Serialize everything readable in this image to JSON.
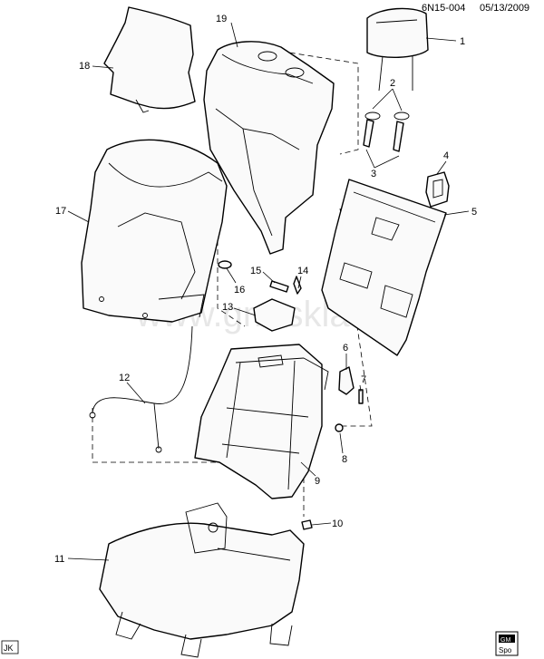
{
  "header": {
    "code": "6N15-004",
    "date": "05/13/2009"
  },
  "footer": {
    "tag": "JK",
    "badge_top": "GM",
    "badge_bottom": "Spo"
  },
  "watermark": "www.gm-sklad.ru",
  "callouts": [
    {
      "id": "1",
      "text": "1"
    },
    {
      "id": "2",
      "text": "2"
    },
    {
      "id": "3",
      "text": "3"
    },
    {
      "id": "4",
      "text": "4"
    },
    {
      "id": "5",
      "text": "5"
    },
    {
      "id": "6",
      "text": "6"
    },
    {
      "id": "7",
      "text": "7"
    },
    {
      "id": "8",
      "text": "8"
    },
    {
      "id": "9",
      "text": "9"
    },
    {
      "id": "10",
      "text": "10"
    },
    {
      "id": "11",
      "text": "11"
    },
    {
      "id": "12",
      "text": "12"
    },
    {
      "id": "13",
      "text": "13"
    },
    {
      "id": "14",
      "text": "14"
    },
    {
      "id": "15",
      "text": "15"
    },
    {
      "id": "16",
      "text": "16"
    },
    {
      "id": "17",
      "text": "17"
    },
    {
      "id": "18",
      "text": "18"
    },
    {
      "id": "19",
      "text": "19"
    }
  ]
}
